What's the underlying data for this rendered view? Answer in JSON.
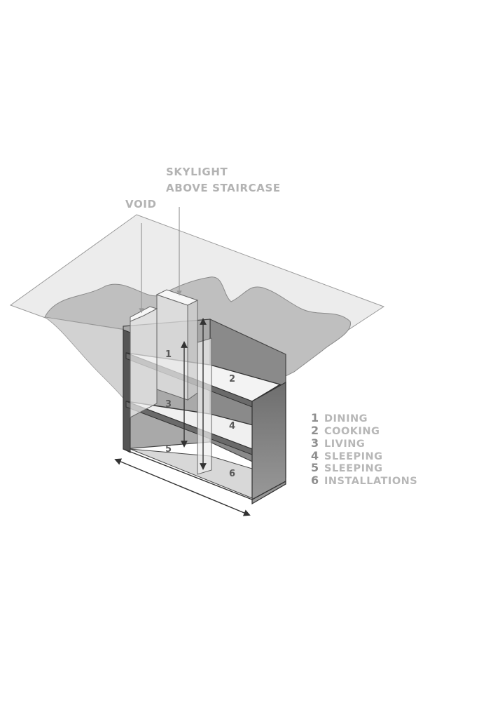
{
  "callouts": {
    "skylight_line1": "SKYLIGHT",
    "skylight_line2": "ABOVE STAIRCASE",
    "void": "VOID"
  },
  "rooms": [
    {
      "number": "1",
      "label": "DINING"
    },
    {
      "number": "2",
      "label": "COOKING"
    },
    {
      "number": "3",
      "label": "LIVING"
    },
    {
      "number": "4",
      "label": "SLEEPING"
    },
    {
      "number": "5",
      "label": "SLEEPING"
    },
    {
      "number": "6",
      "label": "INSTALLATIONS"
    }
  ],
  "colors": {
    "ground": "#e8e8e8",
    "earth_cut": "#bdbdbd",
    "wall": "#7d7d7d",
    "floor_slab": "#f2f2f2",
    "label": "#b3b3b3",
    "outline": "#444444"
  }
}
